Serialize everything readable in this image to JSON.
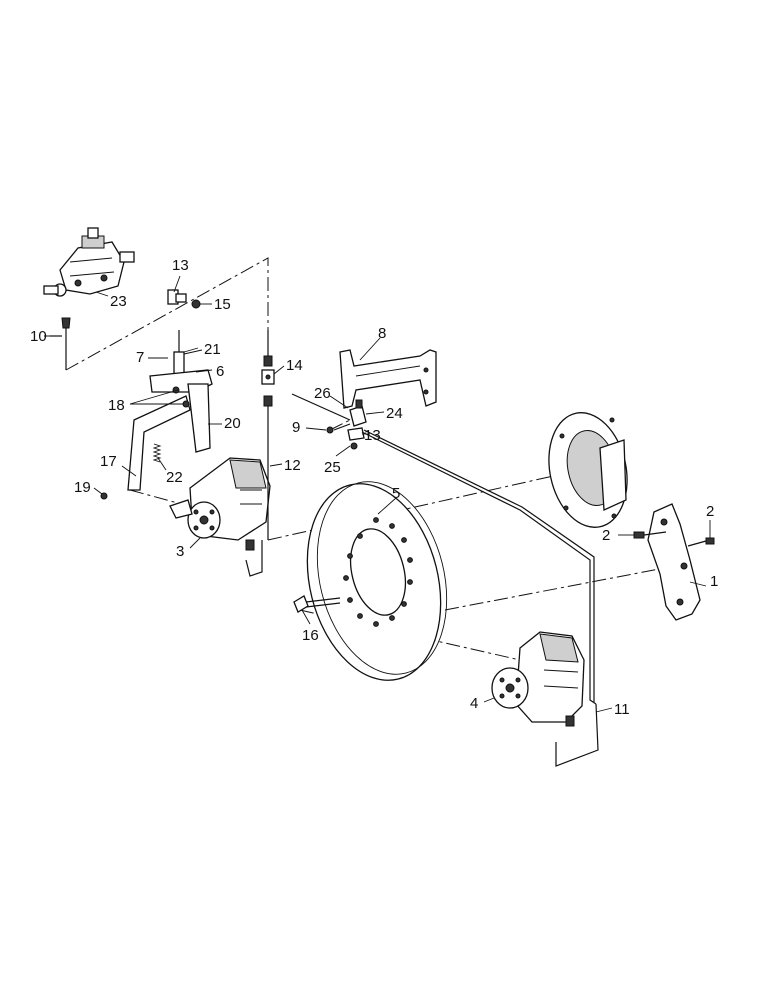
{
  "diagram": {
    "labels": [
      {
        "id": "1",
        "text": "1"
      },
      {
        "id": "2a",
        "text": "2"
      },
      {
        "id": "2b",
        "text": "2"
      },
      {
        "id": "3",
        "text": "3"
      },
      {
        "id": "4",
        "text": "4"
      },
      {
        "id": "5",
        "text": "5"
      },
      {
        "id": "6",
        "text": "6"
      },
      {
        "id": "7",
        "text": "7"
      },
      {
        "id": "8",
        "text": "8"
      },
      {
        "id": "9",
        "text": "9"
      },
      {
        "id": "10",
        "text": "10"
      },
      {
        "id": "11",
        "text": "11"
      },
      {
        "id": "12",
        "text": "12"
      },
      {
        "id": "13a",
        "text": "13"
      },
      {
        "id": "13b",
        "text": "13"
      },
      {
        "id": "14",
        "text": "14"
      },
      {
        "id": "15",
        "text": "15"
      },
      {
        "id": "16",
        "text": "16"
      },
      {
        "id": "17",
        "text": "17"
      },
      {
        "id": "18",
        "text": "18"
      },
      {
        "id": "19",
        "text": "19"
      },
      {
        "id": "20",
        "text": "20"
      },
      {
        "id": "21",
        "text": "21"
      },
      {
        "id": "22",
        "text": "22"
      },
      {
        "id": "23",
        "text": "23"
      },
      {
        "id": "24",
        "text": "24"
      },
      {
        "id": "25",
        "text": "25"
      },
      {
        "id": "26",
        "text": "26"
      }
    ]
  }
}
